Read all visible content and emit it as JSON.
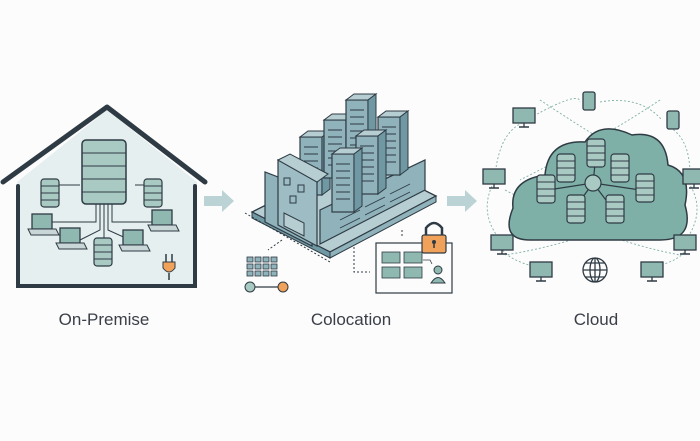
{
  "title": "IT Infrastructure Deployment Models",
  "stages": [
    {
      "id": "on-premise",
      "label": "On-Premise",
      "elements": [
        "house",
        "central-server",
        "servers",
        "laptops",
        "power-plug"
      ]
    },
    {
      "id": "colocation",
      "label": "Colocation",
      "elements": [
        "datacenter-building",
        "server-racks",
        "lock",
        "rack-panel",
        "user",
        "grid"
      ]
    },
    {
      "id": "cloud",
      "label": "Cloud",
      "elements": [
        "cloud",
        "hub",
        "servers",
        "monitors",
        "tablets",
        "globe"
      ]
    }
  ],
  "flow": [
    "On-Premise",
    "Colocation",
    "Cloud"
  ],
  "colors": {
    "background": "#fcfcfc",
    "outline": "#2f3b44",
    "teal_light": "#a9c9c3",
    "teal": "#7fb0a7",
    "slate": "#8fb2bb",
    "accent_orange": "#f0a25a",
    "arrow": "#bcd3d6",
    "house_fill": "#e6eff0"
  }
}
